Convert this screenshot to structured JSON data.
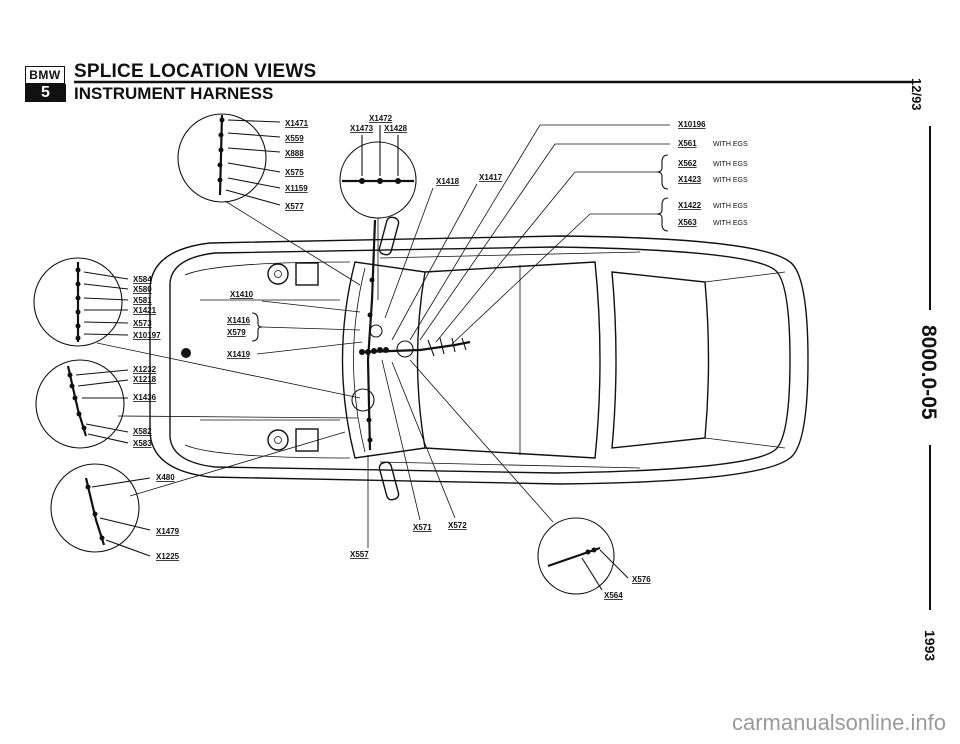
{
  "header": {
    "logo_top": "BMW",
    "logo_bottom": "5",
    "title": "SPLICE LOCATION VIEWS",
    "subtitle": "INSTRUMENT HARNESS"
  },
  "sidebar": {
    "date": "12/93",
    "code": "8000.0-05",
    "year": "1993"
  },
  "watermark": "carmanualsonline.info",
  "detail_top_left": {
    "labels": [
      "X1471",
      "X559",
      "X888",
      "X575",
      "X1159",
      "X577"
    ]
  },
  "detail_top_center": {
    "top": "X1472",
    "left": "X1473",
    "right": "X1428"
  },
  "center_labels": {
    "x1418": "X1418",
    "x1417": "X1417"
  },
  "right_list": {
    "items": [
      {
        "code": "X10196",
        "note": ""
      },
      {
        "code": "X561",
        "note": "WITH EGS"
      },
      {
        "code": "X562",
        "note": "WITH EGS"
      },
      {
        "code": "X1423",
        "note": "WITH EGS"
      },
      {
        "code": "X1422",
        "note": "WITH EGS"
      },
      {
        "code": "X563",
        "note": "WITH EGS"
      }
    ]
  },
  "detail_left_1": {
    "labels": [
      "X584",
      "X580",
      "X581",
      "X1421",
      "X573",
      "X10197"
    ]
  },
  "detail_left_2": {
    "labels": [
      "X1232",
      "X1218",
      "X1436",
      "X582",
      "X583"
    ]
  },
  "detail_left_3": {
    "labels": [
      "X480",
      "X1479",
      "X1225"
    ]
  },
  "car_labels": {
    "x1410": "X1410",
    "x1416": "X1416",
    "x579": "X579",
    "x1419": "X1419"
  },
  "bottom_labels": {
    "x571": "X571",
    "x572": "X572",
    "x557": "X557",
    "x576": "X576",
    "x564": "X564"
  }
}
